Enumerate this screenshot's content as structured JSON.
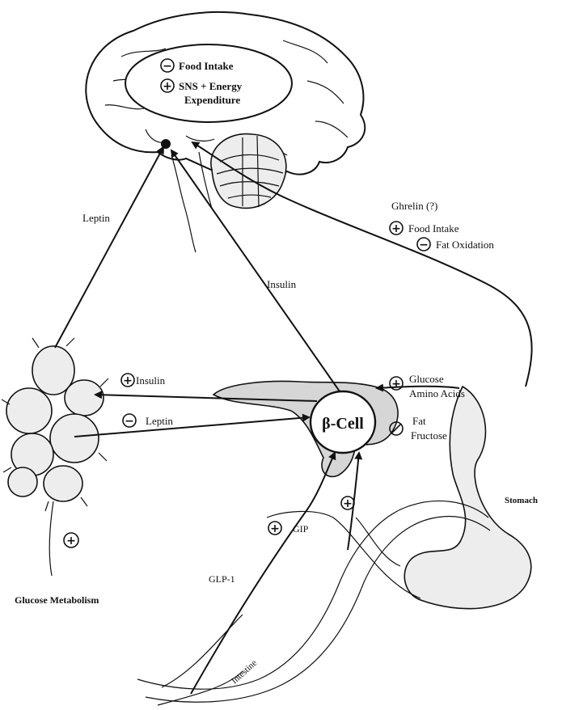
{
  "brain": {
    "effect_1": "Food Intake",
    "effect_2_line1": "SNS + Energy",
    "effect_2_line2": "Expenditure"
  },
  "signals": {
    "leptin": "Leptin",
    "insulin": "Insulin",
    "ghrelin": "Ghrelin (?)",
    "ghrelin_effect_1": "Food Intake",
    "ghrelin_effect_2": "Fat Oxidation"
  },
  "beta_cell": {
    "label": "β-Cell",
    "inputs_plus_1": "Glucose",
    "inputs_plus_2": "Amino Acids",
    "inputs_minus_1": "Fat",
    "inputs_minus_2": "Fructose"
  },
  "adipose": {
    "insulin_label": "Insulin",
    "leptin_label": "Leptin",
    "glucose_metabolism": "Glucose Metabolism"
  },
  "gut": {
    "gip": "GIP",
    "glp1": "GLP-1",
    "stomach": "Stomach",
    "intestine": "Intestine"
  },
  "signs": {
    "plus": "+",
    "minus": "−"
  }
}
